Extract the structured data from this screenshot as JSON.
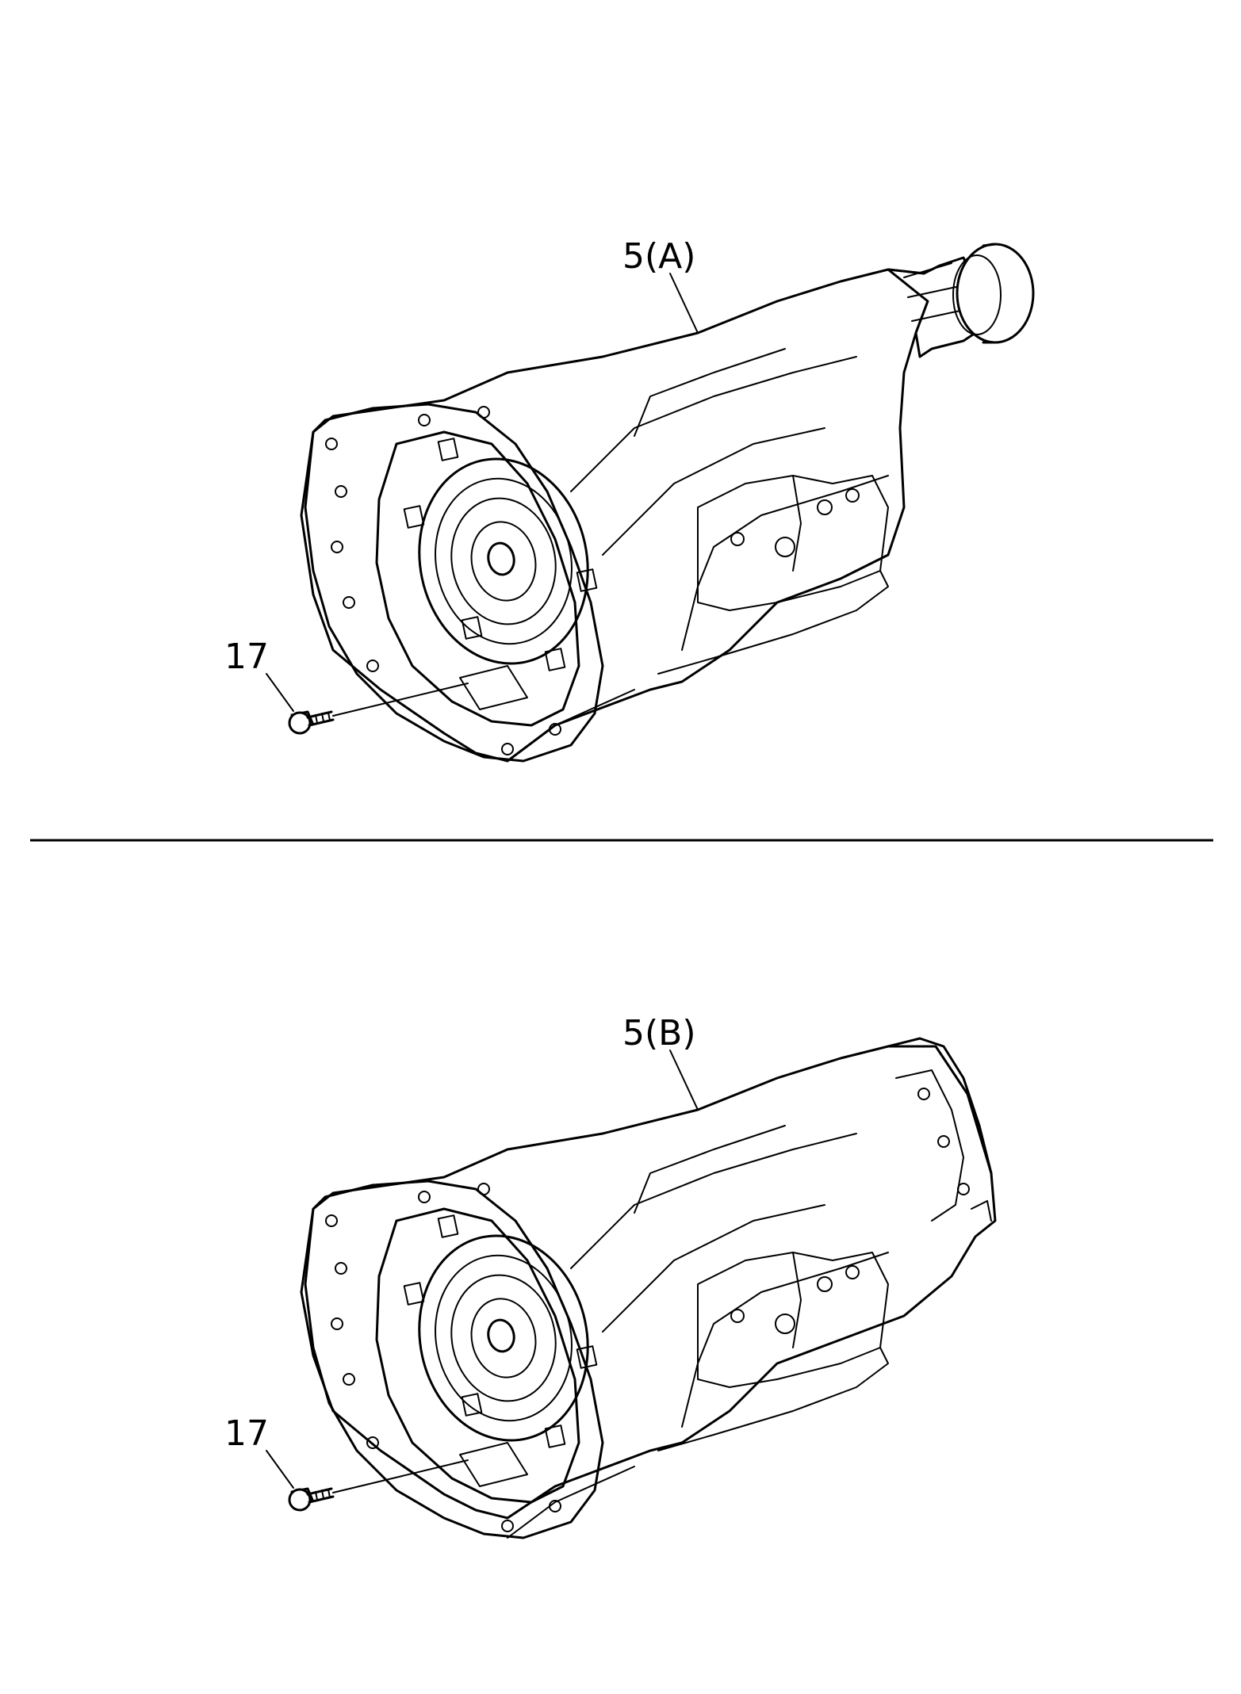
{
  "callouts": {
    "top_assembly": "5(A)",
    "top_bolt": "17",
    "bottom_assembly": "5(B)",
    "bottom_bolt": "17"
  },
  "colors": {
    "line": "#000000",
    "background": "#ffffff"
  }
}
